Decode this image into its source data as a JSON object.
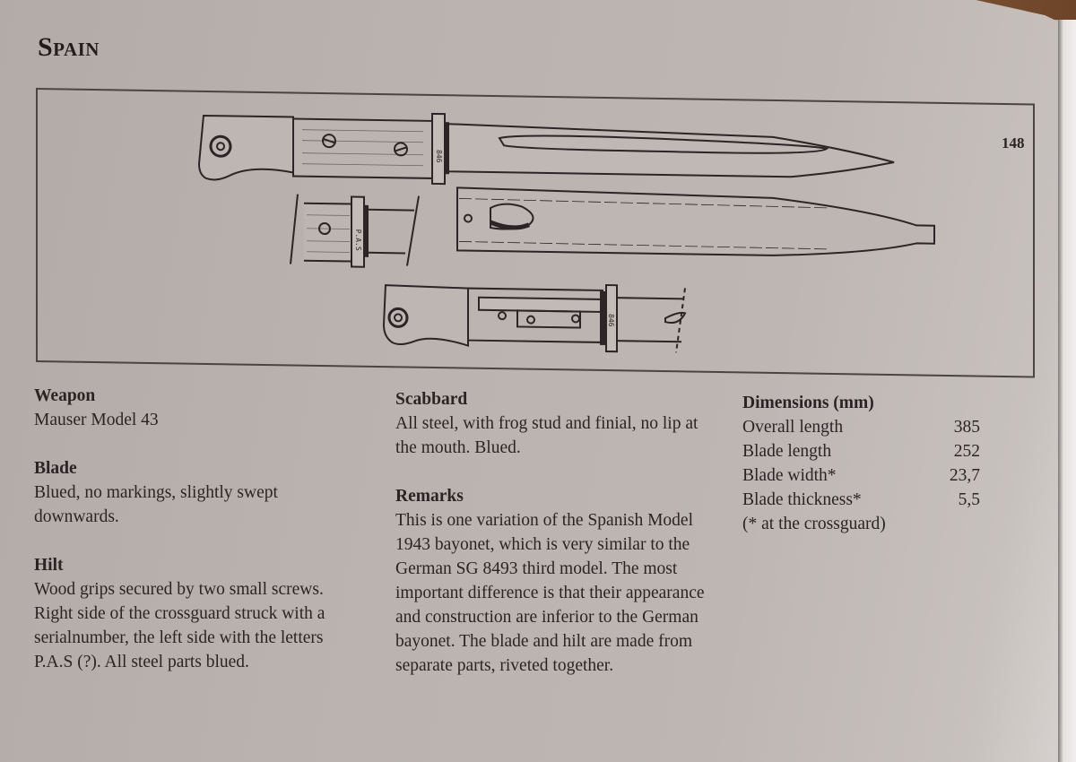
{
  "page": {
    "title": "Spain",
    "page_number": "148"
  },
  "figure": {
    "description": "Line drawings of the bayonet: right side with scabbard, detail of left crossguard, and top view of hilt",
    "crossguard_marking_right": "846",
    "crossguard_marking_left": "P.A.S",
    "crossguard_marking_top": "846"
  },
  "sections": {
    "weapon": {
      "heading": "Weapon",
      "text": "Mauser Model 43"
    },
    "blade": {
      "heading": "Blade",
      "text": "Blued, no markings, slightly swept downwards."
    },
    "hilt": {
      "heading": "Hilt",
      "text": "Wood grips secured by two small screws. Right side of the crossguard struck with a serialnumber, the left side with the letters P.A.S (?).  All steel parts blued."
    },
    "scabbard": {
      "heading": "Scabbard",
      "text": "All steel, with frog stud and finial, no lip at the mouth. Blued."
    },
    "remarks": {
      "heading": "Remarks",
      "text": "This is one variation of the Spanish Model 1943 bayonet, which is very similar to the German SG 8493 third model. The most important difference is that their appearance and construction are inferior to the German bayonet. The blade and hilt are made from separate parts, riveted together."
    },
    "dimensions": {
      "heading": "Dimensions (mm)",
      "rows": [
        {
          "label": "Overall length",
          "value": "385"
        },
        {
          "label": "Blade length",
          "value": "252"
        },
        {
          "label": "Blade width*",
          "value": "23,7"
        },
        {
          "label": "Blade thickness*",
          "value": "5,5"
        }
      ],
      "footnote": "(* at the crossguard)"
    }
  },
  "colors": {
    "paper": "#bab3af",
    "ink": "#2a2524",
    "wood_background": "#6d4428"
  }
}
